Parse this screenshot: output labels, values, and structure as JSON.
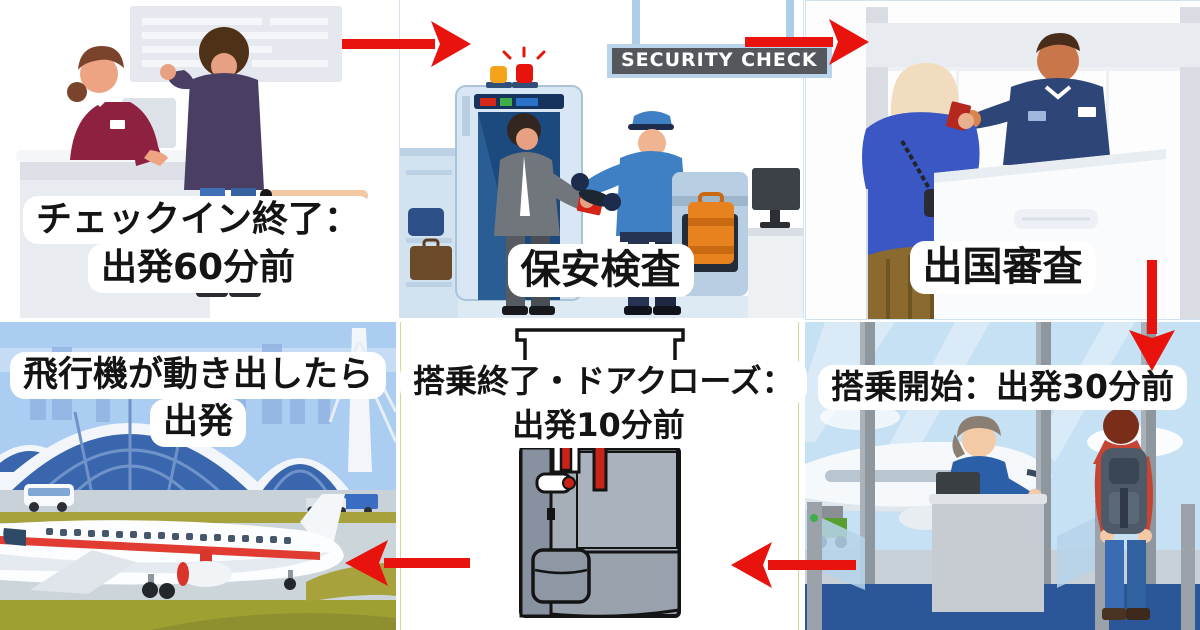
{
  "colors": {
    "arrow_red": "#e8130c",
    "caption_text": "#141414",
    "caption_bg": "#ffffff",
    "sign_bg": "#54585d",
    "sign_frame": "#b9d3ea"
  },
  "steps": [
    {
      "name": "check-in",
      "line1": "チェックイン終了：",
      "line2": "出発60分前"
    },
    {
      "name": "security-check",
      "line1": "保安検査",
      "sign_label": "SECURITY CHECK"
    },
    {
      "name": "immigration",
      "line1": "出国審査"
    },
    {
      "name": "boarding-start",
      "line1": "搭乗開始：出発30分前"
    },
    {
      "name": "door-close",
      "line1": "搭乗終了・ドアクローズ：",
      "line2": "出発10分前"
    },
    {
      "name": "departure",
      "line1": "飛行機が動き出したら",
      "line2": "出発"
    }
  ]
}
